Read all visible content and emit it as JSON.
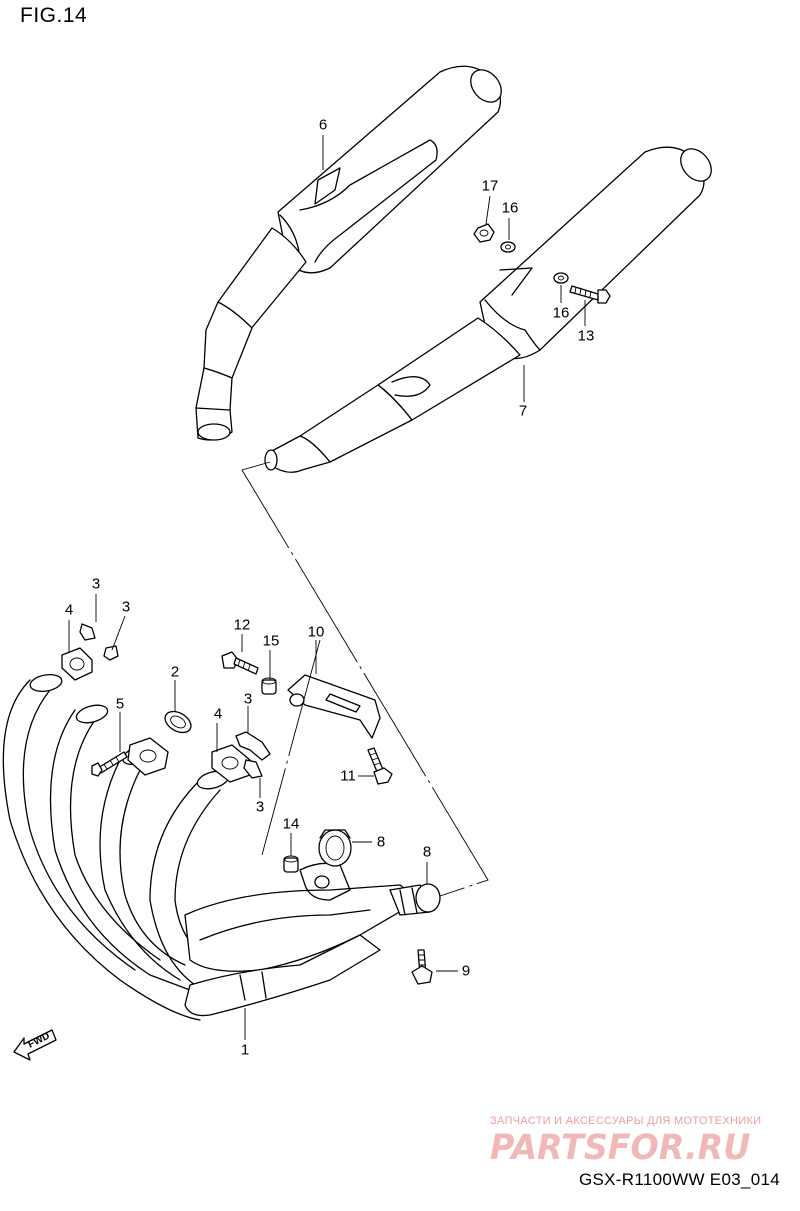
{
  "figure": {
    "title": "FIG.14",
    "model_code": "GSX-R1100WW  E03_014"
  },
  "direction_marker": {
    "label": "FWD",
    "icon": "forward-arrow-icon"
  },
  "watermark": {
    "tagline": "ЗАПЧАСТИ И АКСЕССУАРЫ ДЛЯ МОТОТЕХНИКИ",
    "logo": "PARTSFOR.RU"
  },
  "callouts": {
    "c1": "1",
    "c2": "2",
    "c3a": "3",
    "c3b": "3",
    "c3c": "3",
    "c3d": "3",
    "c4a": "4",
    "c4b": "4",
    "c5": "5",
    "c6": "6",
    "c7": "7",
    "c8a": "8",
    "c8b": "8",
    "c9": "9",
    "c10": "10",
    "c11": "11",
    "c12": "12",
    "c13": "13",
    "c14": "14",
    "c15": "15",
    "c16a": "16",
    "c16b": "16",
    "c17": "17"
  }
}
